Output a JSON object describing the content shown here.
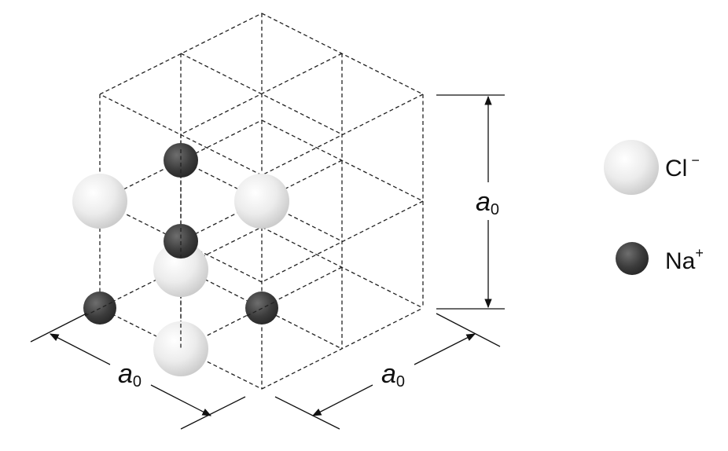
{
  "dimensions": {
    "label": "a",
    "subscript": "0"
  },
  "legend": [
    {
      "ion": "Cl",
      "charge": "−",
      "color": "#e8e8e8"
    },
    {
      "ion": "Na",
      "charge": "+",
      "color": "#3c3c3c"
    }
  ],
  "colors": {
    "chloride": "#e8e8e8",
    "sodium": "#3c3c3c",
    "lines": "#222222"
  }
}
